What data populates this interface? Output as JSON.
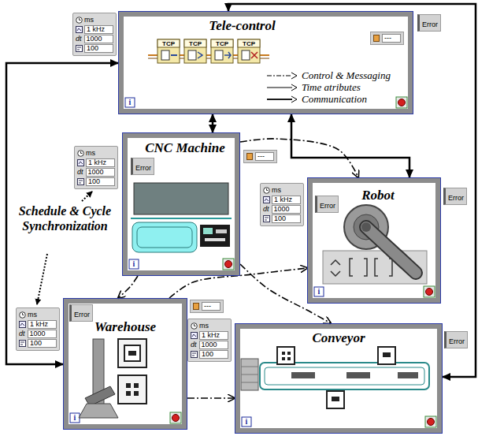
{
  "diagram": {
    "nodes": [
      {
        "text": [
          "Tele-control"
        ]
      },
      {
        "text": [
          "---"
        ],
        "in": 0
      },
      {
        "text": [
          "ms",
          "1 kHz",
          "dt",
          "1000",
          "100"
        ]
      },
      {
        "text": [
          "Error"
        ]
      },
      {
        "text": [
          "ms",
          "1 kHz",
          "dt",
          "1000",
          "100"
        ]
      },
      {
        "text": [
          "CNC Machine"
        ]
      },
      {
        "text": [
          "Error"
        ],
        "in": 5
      },
      {
        "text": [
          "---"
        ]
      },
      {
        "text": [
          "ms",
          "1 kHz",
          "dt",
          "1000",
          "100"
        ]
      },
      {
        "text": [
          "Robot"
        ]
      },
      {
        "text": [
          "Error"
        ],
        "in": 9
      },
      {
        "text": [
          "Error"
        ]
      },
      {
        "text": [
          "ms",
          "1 kHz",
          "dt",
          "1000",
          "100"
        ]
      },
      {
        "text": [
          "Warehouse"
        ]
      },
      {
        "text": [
          "Error"
        ],
        "in": 13
      },
      {
        "text": [
          "---"
        ]
      },
      {
        "text": [
          "ms",
          "1 kHz",
          "dt",
          "1000",
          "100"
        ]
      },
      {
        "text": [
          "Conveyor"
        ]
      },
      {
        "text": [
          "Error"
        ]
      }
    ],
    "edges": [
      {
        "from": 0,
        "to": 5,
        "arrow": "both"
      },
      {
        "from": 0,
        "to": 9,
        "arrow": "both"
      },
      {
        "from": 0,
        "to": 13,
        "arrow": "both"
      },
      {
        "from": 0,
        "to": 17,
        "arrow": "both"
      },
      {
        "from": 5,
        "to": 9,
        "arrow": "to"
      },
      {
        "from": 5,
        "to": 13,
        "arrow": "to"
      },
      {
        "from": 13,
        "to": 9,
        "arrow": "to"
      },
      {
        "from": 13,
        "to": 17,
        "arrow": "to"
      },
      {
        "from": 5,
        "to": 17,
        "arrow": "to"
      }
    ],
    "labels": [
      "TCP",
      "TCP",
      "TCP",
      "TCP",
      "i",
      "i",
      "i",
      "i",
      "i",
      "Schedule & Cycle Synchronization"
    ],
    "legend": [
      {
        "text": "Control & Messaging"
      },
      {
        "text": "Time atributes"
      },
      {
        "text": "Communication"
      }
    ]
  }
}
